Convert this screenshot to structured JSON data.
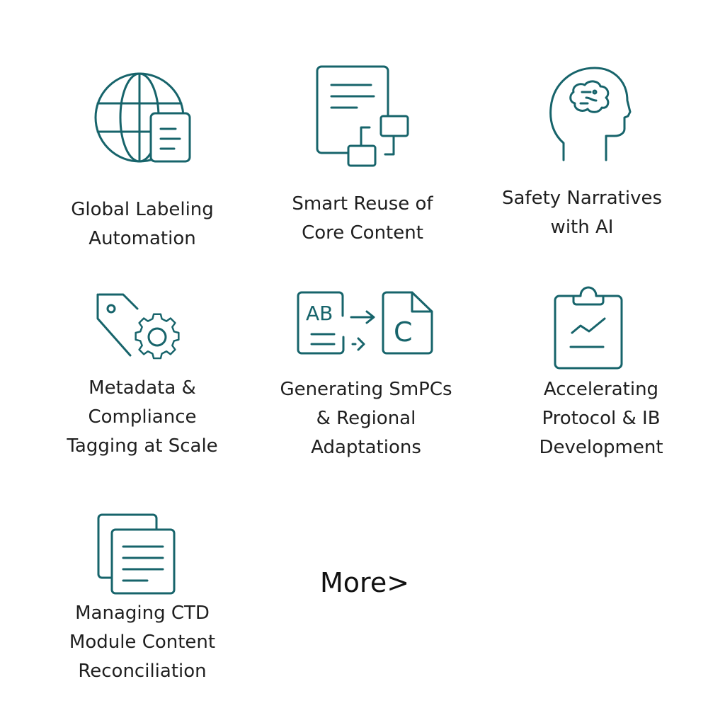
{
  "theme": {
    "accent": "#17646b",
    "text": "#1f1f1f",
    "background": "#ffffff"
  },
  "tiles": [
    {
      "icon": "globe-document-icon",
      "lines": [
        "Global Labeling",
        "Automation"
      ]
    },
    {
      "icon": "document-reuse-icon",
      "lines": [
        "Smart Reuse of",
        "Core Content"
      ]
    },
    {
      "icon": "head-ai-icon",
      "lines": [
        "Safety Narratives",
        "with AI"
      ]
    },
    {
      "icon": "tag-gear-icon",
      "lines": [
        "Metadata &",
        "Compliance",
        "Tagging at Scale"
      ]
    },
    {
      "icon": "translate-document-icon",
      "icon_text": [
        "AB",
        "C"
      ],
      "lines": [
        "Generating SmPCs",
        "& Regional",
        "Adaptations"
      ]
    },
    {
      "icon": "clipboard-chart-icon",
      "lines": [
        "Accelerating",
        "Protocol & IB",
        "Development"
      ]
    },
    {
      "icon": "stacked-documents-icon",
      "lines": [
        "Managing CTD",
        "Module Content",
        "Reconciliation"
      ]
    }
  ],
  "more_label": "More>"
}
